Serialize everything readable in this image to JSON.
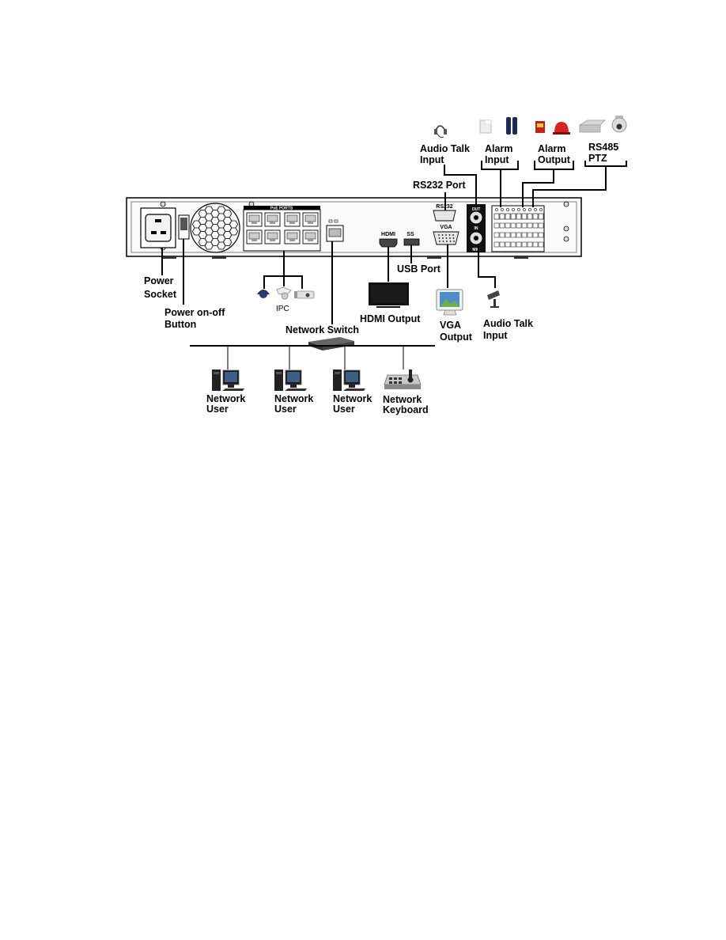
{
  "panel": {
    "poe_ports": "PoE PORTS",
    "rs232_tag": "RS232",
    "vga_tag": "VGA",
    "hdmi_tag": "HDMI",
    "usb_tag": "SS",
    "mic_tag": "MIC",
    "out_tag": "OUT",
    "in_tag": "IN"
  },
  "labels": {
    "audio_talk_input_top": [
      "Audio Talk",
      "Input"
    ],
    "alarm_input": [
      "Alarm",
      "Input"
    ],
    "alarm_output": [
      "Alarm",
      "Output"
    ],
    "rs485_ptz": [
      "RS485",
      "PTZ"
    ],
    "rs232_port": "RS232 Port",
    "power_socket": [
      "Power",
      "Socket"
    ],
    "power_button": [
      "Power on-off",
      "Button"
    ],
    "ipc": "IPC",
    "usb_port": "USB Port",
    "hdmi_output": "HDMI Output",
    "vga_output": [
      "VGA",
      "Output"
    ],
    "audio_talk_input_bottom": [
      "Audio Talk",
      "Input"
    ],
    "network_switch": "Network Switch",
    "network_user_1": [
      "Network",
      "User"
    ],
    "network_user_2": [
      "Network",
      "User"
    ],
    "network_user_3": [
      "Network",
      "User"
    ],
    "network_keyboard": [
      "Network",
      "Keyboard"
    ]
  }
}
